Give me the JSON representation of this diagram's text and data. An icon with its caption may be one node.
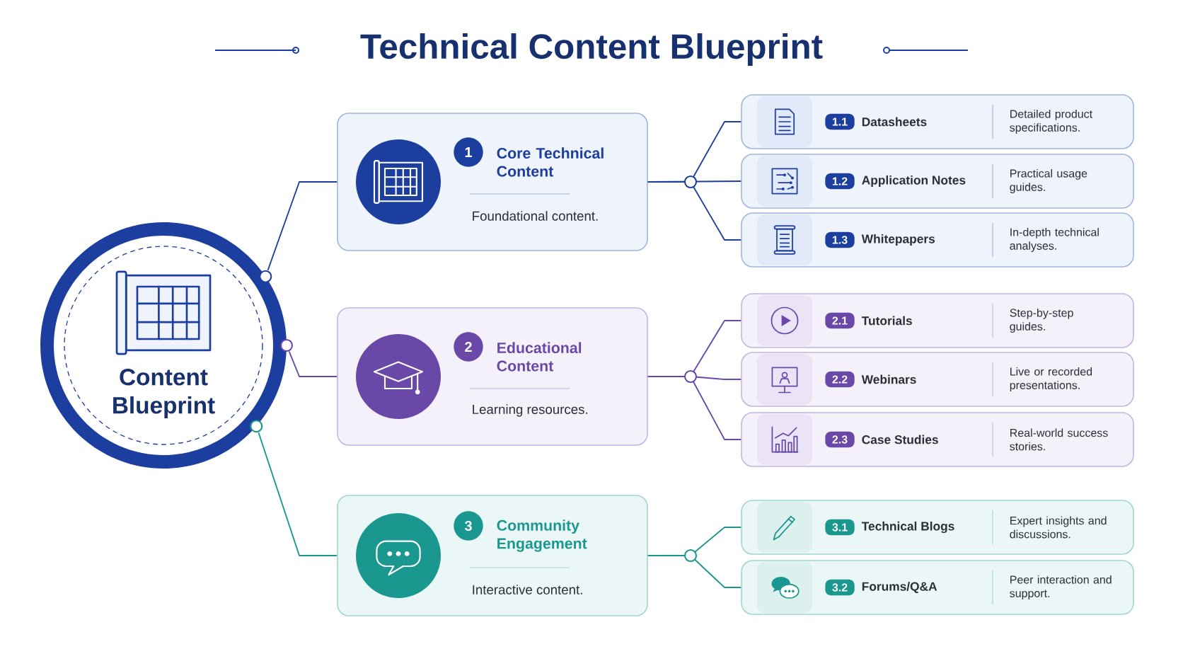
{
  "diagram": {
    "title": "Technical Content Blueprint",
    "nodes": [
      {
        "text": [
          "Content Blueprint"
        ]
      },
      {
        "text": [
          "1",
          "Core Technical Content",
          "Foundational content."
        ]
      },
      {
        "text": [
          "2",
          "Educational Content",
          "Learning resources."
        ]
      },
      {
        "text": [
          "3",
          "Community Engagement",
          "Interactive content."
        ]
      },
      {
        "text": [
          "1.1",
          "Datasheets",
          "Detailed product specifications."
        ]
      },
      {
        "text": [
          "1.2",
          "Application Notes",
          "Practical usage guides."
        ]
      },
      {
        "text": [
          "1.3",
          "Whitepapers",
          "In-depth technical analyses."
        ]
      },
      {
        "text": [
          "2.1",
          "Tutorials",
          "Step-by-step guides."
        ]
      },
      {
        "text": [
          "2.2",
          "Webinars",
          "Live or recorded presentations."
        ]
      },
      {
        "text": [
          "2.3",
          "Case Studies",
          "Real-world success stories."
        ]
      },
      {
        "text": [
          "3.1",
          "Technical Blogs",
          "Expert insights and discussions."
        ]
      },
      {
        "text": [
          "3.2",
          "Forums/Q&A",
          "Peer interaction and support."
        ]
      }
    ],
    "edges": [
      {
        "from": 0,
        "to": 1,
        "arrow": "none"
      },
      {
        "from": 0,
        "to": 2,
        "arrow": "none",
        "color": "#6a48a8"
      },
      {
        "from": 0,
        "to": 3,
        "arrow": "none",
        "color": "#1a9890"
      },
      {
        "from": 1,
        "to": 4,
        "arrow": "none"
      },
      {
        "from": 1,
        "to": 5,
        "arrow": "none"
      },
      {
        "from": 1,
        "to": 6,
        "arrow": "none"
      },
      {
        "from": 2,
        "to": 7,
        "arrow": "none",
        "color": "#6a48a8"
      },
      {
        "from": 2,
        "to": 8,
        "arrow": "none",
        "color": "#6a48a8"
      },
      {
        "from": 2,
        "to": 9,
        "arrow": "none",
        "color": "#6a48a8"
      },
      {
        "from": 3,
        "to": 10,
        "arrow": "none",
        "color": "#1a9890"
      },
      {
        "from": 3,
        "to": 11,
        "arrow": "none",
        "color": "#1a9890"
      }
    ]
  }
}
